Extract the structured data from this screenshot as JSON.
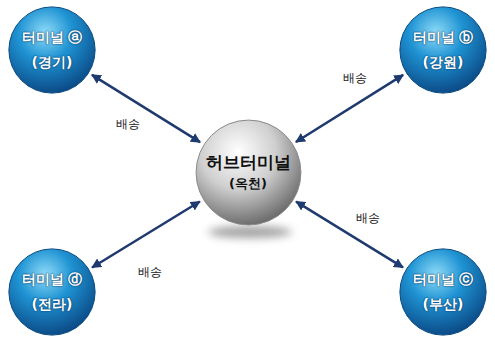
{
  "diagram": {
    "nodes": [
      {
        "text": [
          "터미널 ⓐ",
          "(경기)"
        ]
      },
      {
        "text": [
          "터미널 ⓑ",
          "(강원)"
        ]
      },
      {
        "text": [
          "허브터미널",
          "(옥천)"
        ]
      },
      {
        "text": [
          "터미널 ⓓ",
          "(전라)"
        ]
      },
      {
        "text": [
          "터미널 ⓒ",
          "(부산)"
        ]
      }
    ],
    "edges": [
      {
        "from": 2,
        "to": 0,
        "arrow": "both",
        "label": "배송"
      },
      {
        "from": 2,
        "to": 1,
        "arrow": "both",
        "label": "배송"
      },
      {
        "from": 2,
        "to": 3,
        "arrow": "both",
        "label": "배송"
      },
      {
        "from": 2,
        "to": 4,
        "arrow": "both",
        "label": "배송"
      }
    ]
  }
}
